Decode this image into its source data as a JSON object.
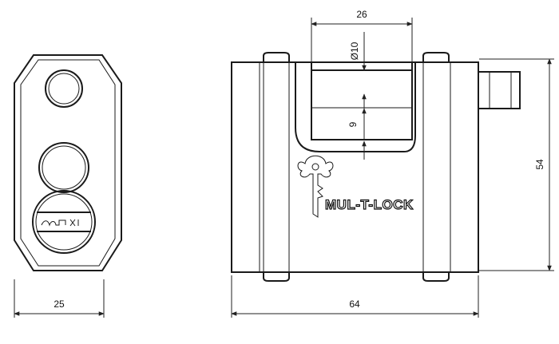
{
  "drawing": {
    "brand_logo_text": "MUL-T-LOCK",
    "dimensions": {
      "width_side": "25",
      "shackle_opening": "26",
      "shackle_diameter": "Ø10",
      "clearance": "9",
      "height": "54",
      "length": "64"
    }
  }
}
